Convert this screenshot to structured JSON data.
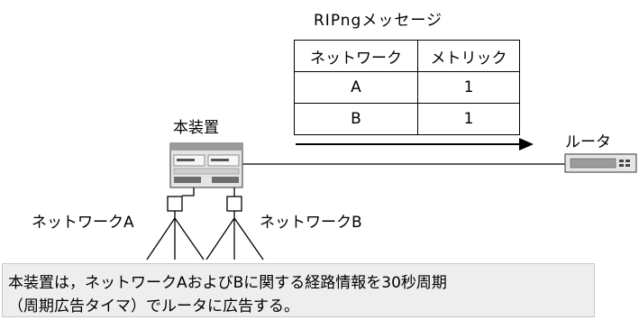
{
  "message": {
    "title": "RIPngメッセージ",
    "headers": [
      "ネットワーク",
      "メトリック"
    ],
    "rows": [
      [
        "A",
        "1"
      ],
      [
        "B",
        "1"
      ]
    ]
  },
  "device": {
    "label": "本装置"
  },
  "router": {
    "label": "ルータ"
  },
  "networks": {
    "a_label": "ネットワークA",
    "b_label": "ネットワークB"
  },
  "note": {
    "line1": "本装置は，ネットワークAおよびBに関する経路情報を30秒周期",
    "line2": "（周期広告タイマ）でルータに広告する。"
  }
}
